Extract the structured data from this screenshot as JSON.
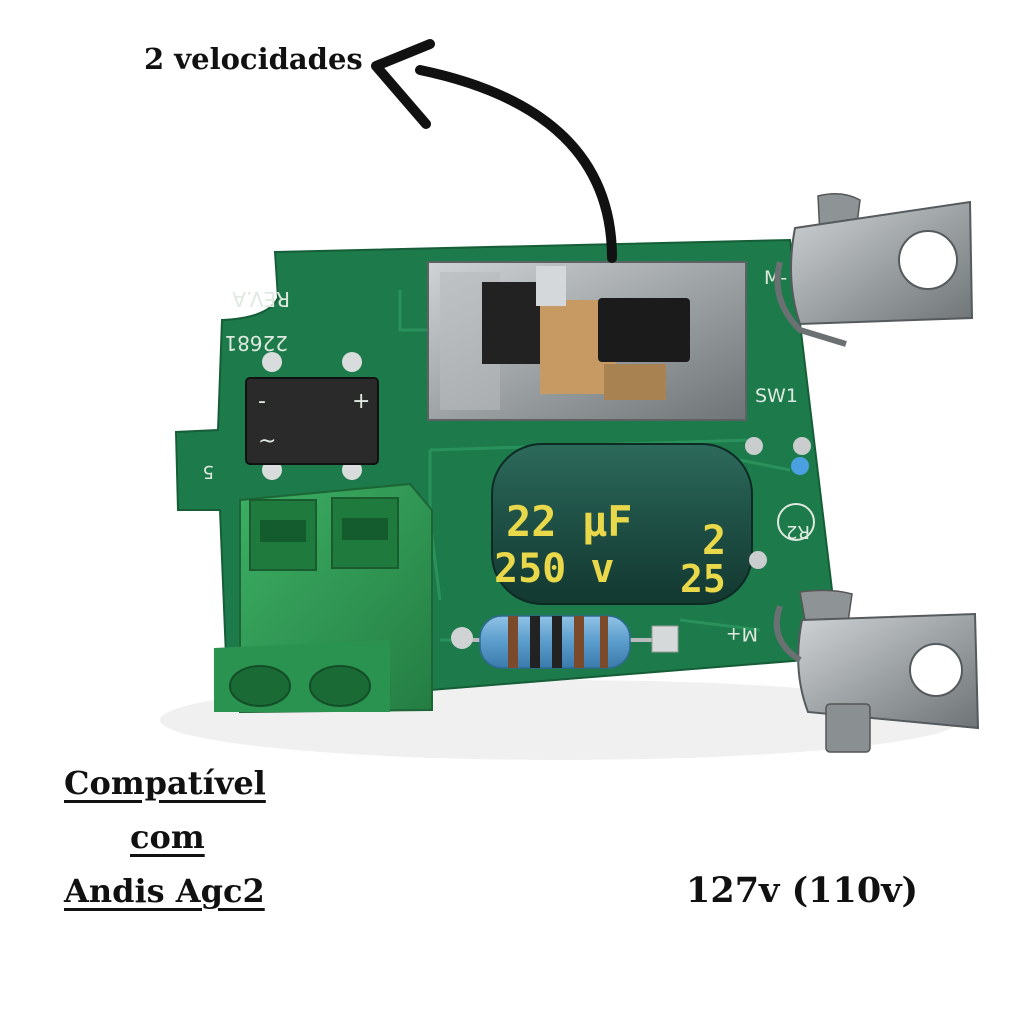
{
  "annotation": {
    "arrow_label": "2 velocidades"
  },
  "compatibility": {
    "line1": "Compatível",
    "line2": "com",
    "line3": "Andis Agc2"
  },
  "voltage": "127v (110v)",
  "board_silkscreen": {
    "rev": "REV.A",
    "part_number": "22681",
    "switch": "SW1",
    "resistor": "R2",
    "motor_pos": "M+",
    "motor_neg": "M-",
    "terminal": "5",
    "bridge_minus": "-",
    "bridge_plus": "+",
    "bridge_ac": "~"
  },
  "capacitor_markings": {
    "capacitance": "22 µF",
    "voltage": "250 v",
    "side_top": "2",
    "side_bottom": "25"
  },
  "colors": {
    "pcb": "#1d7a4a",
    "terminal_block": "#2f9d55",
    "capacitor": "#1e4f45",
    "capacitor_text": "#e8d84a",
    "metal": "#a8adb0",
    "arrow": "#111111"
  }
}
